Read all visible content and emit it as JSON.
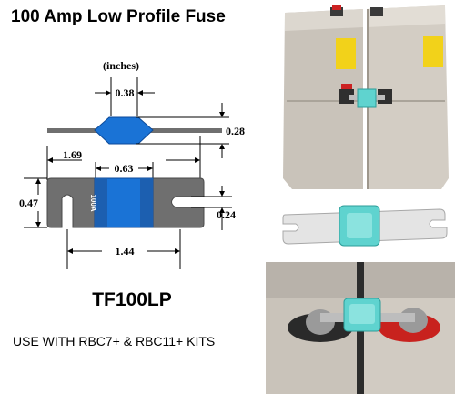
{
  "title": "100 Amp Low Profile Fuse",
  "diagram": {
    "units_label": "(inches)",
    "dims": {
      "body_width": "0.38",
      "thickness": "0.28",
      "overall_length": "1.69",
      "element_length": "0.63",
      "height": "0.47",
      "slot_width": "0.24",
      "hole_spacing": "1.44"
    },
    "fuse_marking": "100A"
  },
  "part_number": "TF100LP",
  "usage_note": "USE WITH RBC7+ & RBC11+ KITS",
  "colors": {
    "fuse_blue": "#1a73d6",
    "terminal_grey": "#6f6f6f",
    "fuse_clear_teal": "#5fd3cf",
    "battery_case": "#cfc9c0"
  }
}
